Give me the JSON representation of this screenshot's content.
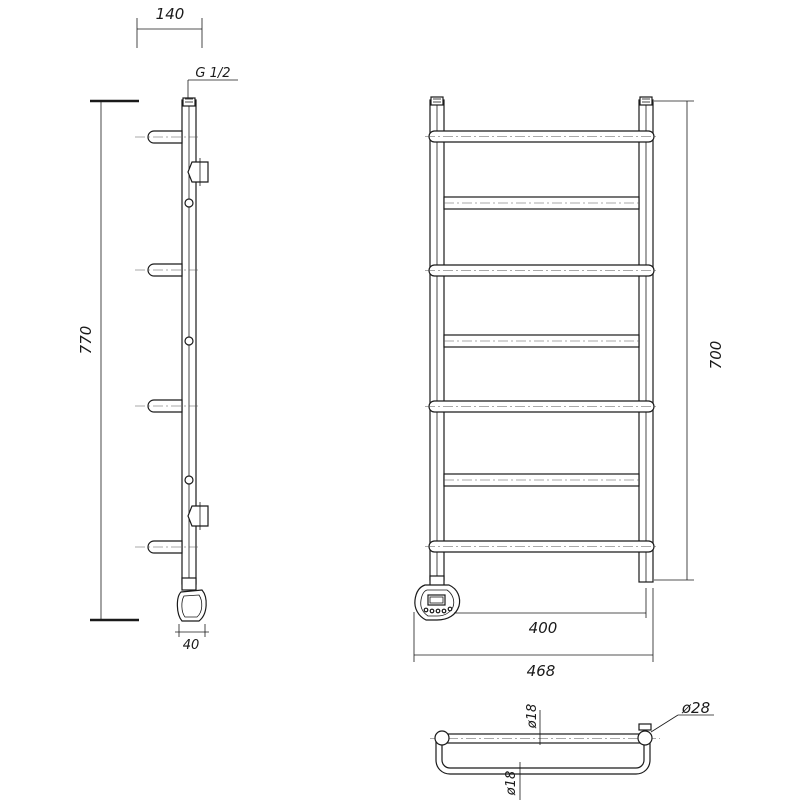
{
  "dimensions": {
    "depth": "140",
    "connection_thread": "G 1/2",
    "total_height": "770",
    "heating_element_depth": "40",
    "axis_height": "700",
    "axis_width": "400",
    "total_width": "468",
    "rail_diameter": "ø18",
    "upright_diameter": "ø28",
    "bottom_rail_diameter": "ø18"
  }
}
